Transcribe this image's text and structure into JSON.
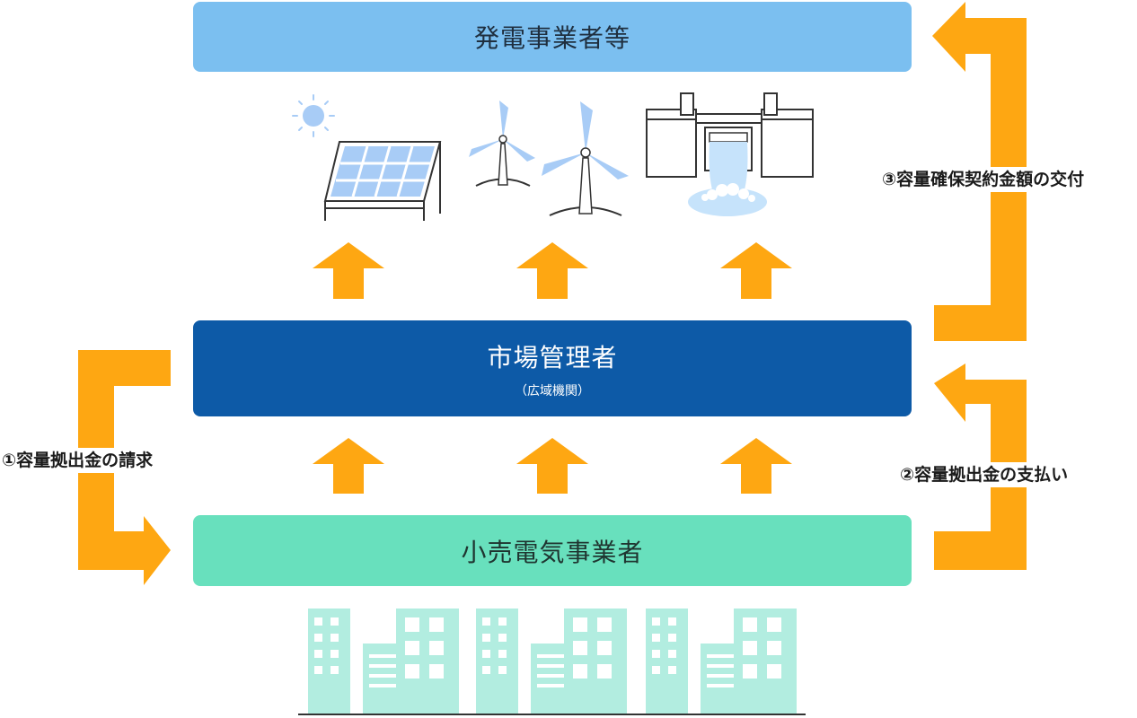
{
  "generators": {
    "title": "発電事業者等"
  },
  "market_operator": {
    "title": "市場管理者",
    "subtitle": "（広域機関）"
  },
  "retailers": {
    "title": "小売電気事業者"
  },
  "flows": {
    "request": "①容量拠出金の請求",
    "payment": "②容量拠出金の支払い",
    "delivery": "③容量確保契約金額の交付"
  },
  "colors": {
    "arrow": "#fea712",
    "generators_box": "#7bbff0",
    "market_box": "#0d5aa7",
    "retailers_box": "#68e0bd",
    "buildings": "#b2ede0",
    "solar_panel": "#a8ccf6",
    "water": "#c6e3fb"
  },
  "icons": [
    "sun-icon",
    "solar-panel-icon",
    "wind-turbine-icon",
    "hydro-dam-icon",
    "buildings-icon"
  ]
}
